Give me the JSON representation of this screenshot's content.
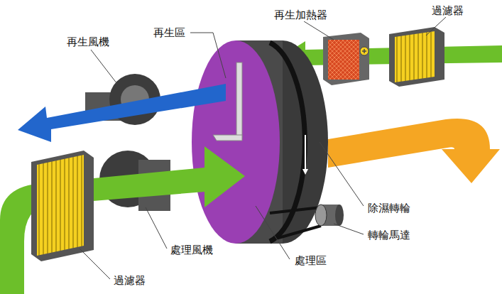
{
  "diagram": {
    "labels": [
      "再生加熱器",
      "過濾器",
      "再生風機",
      "再生區",
      "除濕轉輪",
      "轉輪馬達",
      "處理風機",
      "處理區",
      "過濾器"
    ]
  }
}
